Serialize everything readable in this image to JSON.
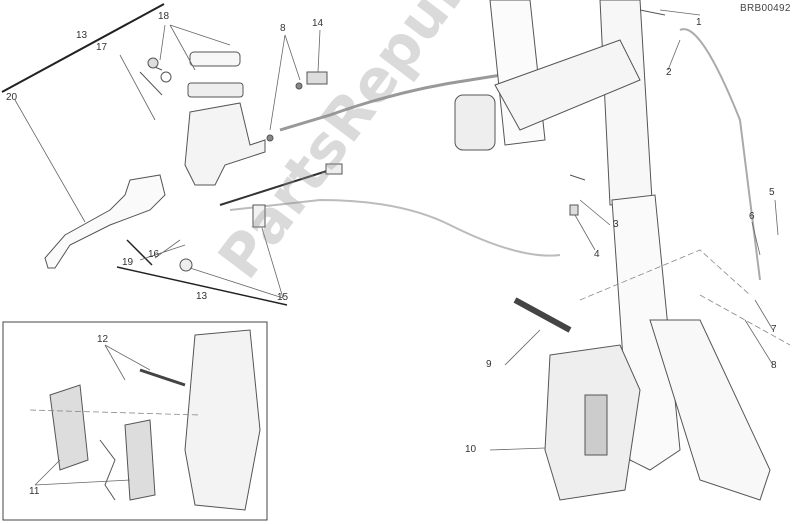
{
  "diagram_code": "BRB00492",
  "watermark": "PartsRepublik",
  "callouts": {
    "c1": "1",
    "c2": "2",
    "c3": "3",
    "c4": "4",
    "c5": "5",
    "c6": "6",
    "c7": "7",
    "c8_top": "8",
    "c8_right": "8",
    "c9": "9",
    "c10": "10",
    "c11": "11",
    "c12": "12",
    "c13_top": "13",
    "c13_bottom": "13",
    "c14": "14",
    "c15": "15",
    "c16": "16",
    "c17": "17",
    "c18": "18",
    "c19": "19",
    "c20": "20"
  }
}
